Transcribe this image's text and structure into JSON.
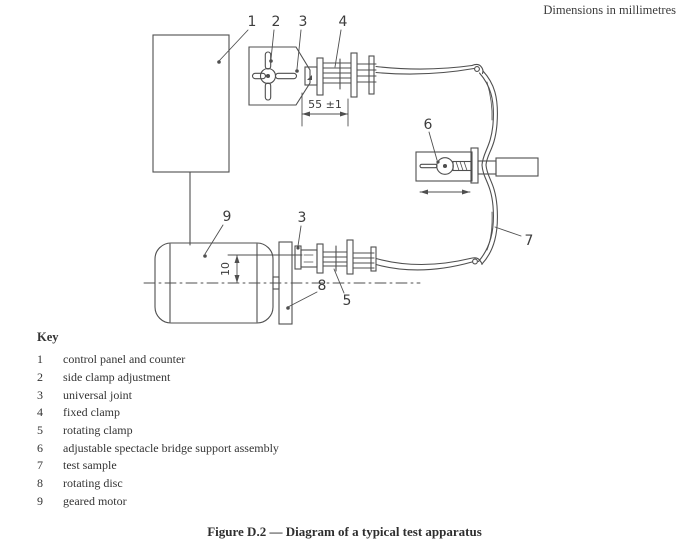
{
  "page": {
    "dimensions_note": "Dimensions in millimetres",
    "caption": "Figure D.2 — Diagram of a typical test apparatus"
  },
  "diagram": {
    "callouts": [
      {
        "ref": "control-panel",
        "text": "1"
      },
      {
        "ref": "side-clamp-adjustment",
        "text": "2"
      },
      {
        "ref": "universal-joint-top",
        "text": "3"
      },
      {
        "ref": "fixed-clamp",
        "text": "4"
      },
      {
        "ref": "bridge-support-assembly",
        "text": "6"
      },
      {
        "ref": "test-sample",
        "text": "7"
      },
      {
        "ref": "geared-motor",
        "text": "9"
      },
      {
        "ref": "universal-joint-bottom",
        "text": "3"
      },
      {
        "ref": "rotating-disc",
        "text": "8"
      },
      {
        "ref": "rotating-clamp",
        "text": "5"
      }
    ],
    "dimensions": {
      "clamp_span": "55 ±1",
      "axis_offset": "10"
    }
  },
  "key": {
    "heading": "Key",
    "items": [
      {
        "num": "1",
        "label": "control panel and counter"
      },
      {
        "num": "2",
        "label": "side clamp adjustment"
      },
      {
        "num": "3",
        "label": "universal joint"
      },
      {
        "num": "4",
        "label": "fixed clamp"
      },
      {
        "num": "5",
        "label": "rotating clamp"
      },
      {
        "num": "6",
        "label": "adjustable spectacle bridge support assembly"
      },
      {
        "num": "7",
        "label": "test sample"
      },
      {
        "num": "8",
        "label": "rotating disc"
      },
      {
        "num": "9",
        "label": "geared motor"
      }
    ]
  }
}
